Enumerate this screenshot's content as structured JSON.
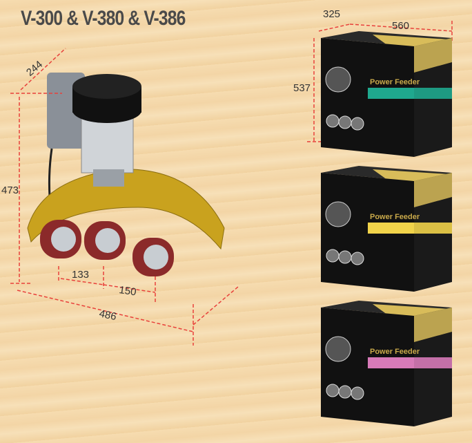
{
  "title": "V-300 & V-380 & V-386",
  "machine_dimensions": {
    "depth": "244",
    "height": "473",
    "roller_gap_1": "133",
    "roller_gap_2": "150",
    "length": "486"
  },
  "box_dimensions": {
    "depth": "325",
    "width": "560",
    "height": "537"
  },
  "boxes": [
    {
      "label": "Power Feeder",
      "stripe_color": "#1fa88e"
    },
    {
      "label": "Power Feeder",
      "stripe_color": "#f1d34a"
    },
    {
      "label": "Power Feeder",
      "stripe_color": "#d77ab8"
    }
  ],
  "colors": {
    "dimension": "#e8403a",
    "hood": "#c9a21e",
    "box": "#111111",
    "box_gold": "#d8bc5a"
  }
}
